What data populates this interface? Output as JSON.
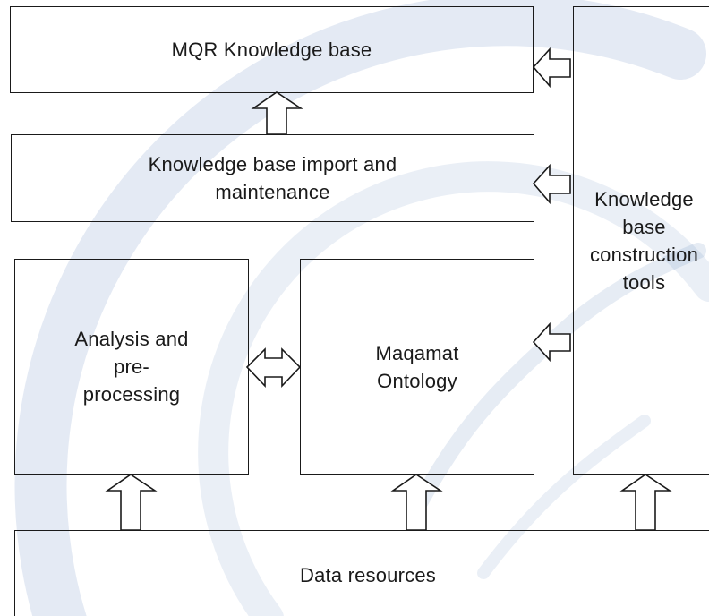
{
  "diagram": {
    "nodes": {
      "knowledge_base": "MQR Knowledge base",
      "import_maintenance": "Knowledge base import and\nmaintenance",
      "construction_tools": "Knowledge\nbase\nconstruction\ntools",
      "analysis": "Analysis and\npre-\nprocessing",
      "ontology": "Maqamat\nOntology",
      "data_resources": "Data resources"
    },
    "edges": [
      {
        "from": "import_maintenance",
        "to": "knowledge_base",
        "style": "block-arrow"
      },
      {
        "from": "construction_tools",
        "to": "knowledge_base",
        "style": "block-arrow"
      },
      {
        "from": "construction_tools",
        "to": "import_maintenance",
        "style": "block-arrow"
      },
      {
        "from": "construction_tools",
        "to": "ontology",
        "style": "block-arrow"
      },
      {
        "from": "analysis",
        "to": "ontology",
        "style": "double-block-arrow"
      },
      {
        "from": "data_resources",
        "to": "analysis",
        "style": "block-arrow"
      },
      {
        "from": "data_resources",
        "to": "ontology",
        "style": "block-arrow"
      },
      {
        "from": "data_resources",
        "to": "construction_tools",
        "style": "block-arrow"
      }
    ]
  },
  "colors": {
    "stroke": "#1a1a1a",
    "watermark": "#2f5fa8"
  }
}
